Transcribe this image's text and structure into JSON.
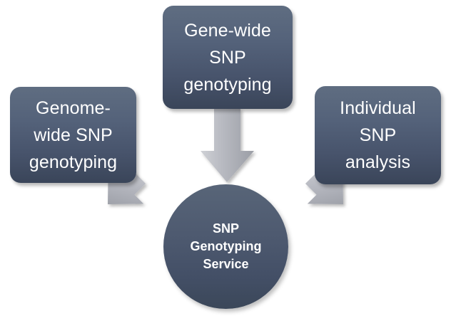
{
  "diagram": {
    "title": "SNP Genotyping Service",
    "type": "converging-arrow-diagram",
    "background_color": "#ffffff",
    "node_fill_top": "#5f6d81",
    "node_fill_bottom": "#3a4559",
    "arrow_fill_light": "#c0c2c8",
    "arrow_fill_dark": "#9fa2aa",
    "text_color": "#ffffff",
    "nodes": [
      {
        "id": "genome-wide",
        "label": "Genome-\nwide SNP\ngenotyping",
        "shape": "rounded-rectangle",
        "position": "left"
      },
      {
        "id": "gene-wide",
        "label": "Gene-wide\nSNP\ngenotyping",
        "shape": "rounded-rectangle",
        "position": "top"
      },
      {
        "id": "individual",
        "label": "Individual\nSNP\nanalysis",
        "shape": "rounded-rectangle",
        "position": "right"
      }
    ],
    "center": {
      "id": "center",
      "label": "SNP\nGenotyping\nService",
      "shape": "circle"
    },
    "arrows": [
      {
        "id": "arrow-left",
        "from": "genome-wide",
        "to": "center",
        "direction": "down-right"
      },
      {
        "id": "arrow-top",
        "from": "gene-wide",
        "to": "center",
        "direction": "down"
      },
      {
        "id": "arrow-right",
        "from": "individual",
        "to": "center",
        "direction": "down-left"
      }
    ]
  }
}
